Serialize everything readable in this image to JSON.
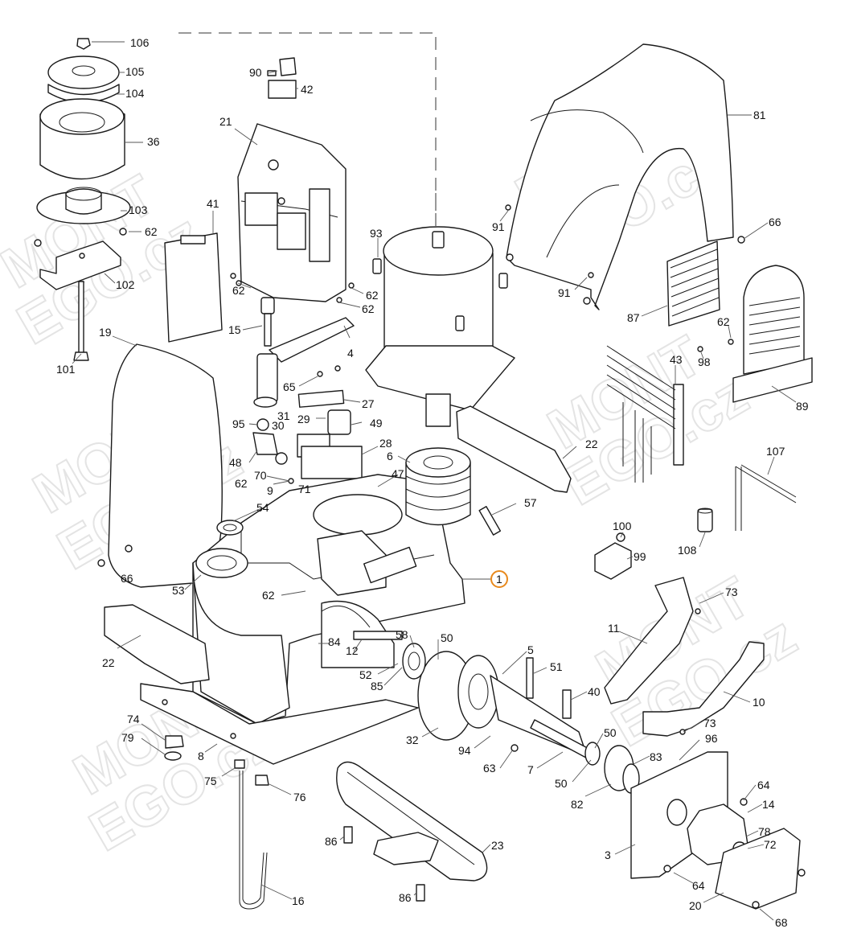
{
  "diagram": {
    "highlight_color": "#e8891c",
    "watermark": {
      "line1": "MONT",
      "line2": "EGO.cz"
    },
    "highlighted_callout": "1",
    "callouts": [
      "106",
      "105",
      "104",
      "36",
      "103",
      "62",
      "102",
      "101",
      "90",
      "42",
      "21",
      "41",
      "62",
      "62",
      "62",
      "15",
      "19",
      "4",
      "65",
      "27",
      "95",
      "30",
      "29",
      "49",
      "31",
      "48",
      "28",
      "6",
      "70",
      "62",
      "9",
      "71",
      "47",
      "54",
      "57",
      "100",
      "99",
      "108",
      "107",
      "66",
      "53",
      "62",
      "1",
      "22",
      "58",
      "50",
      "84",
      "12",
      "5",
      "51",
      "52",
      "85",
      "32",
      "94",
      "40",
      "63",
      "7",
      "50",
      "50",
      "83",
      "96",
      "82",
      "74",
      "79",
      "8",
      "75",
      "76",
      "86",
      "23",
      "86",
      "16",
      "11",
      "73",
      "73",
      "10",
      "64",
      "14",
      "78",
      "72",
      "3",
      "64",
      "20",
      "68",
      "81",
      "66",
      "91",
      "91",
      "93",
      "87",
      "62",
      "98",
      "43",
      "89",
      "22"
    ]
  }
}
